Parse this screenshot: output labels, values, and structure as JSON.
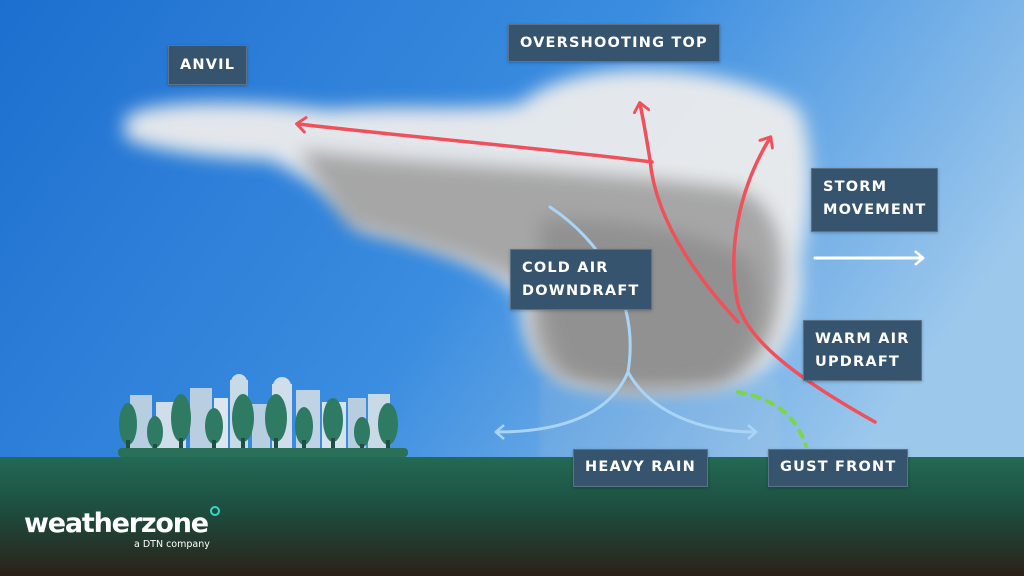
{
  "diagram": {
    "labels": {
      "anvil": "ANVIL",
      "overshooting_top": "OVERSHOOTING TOP",
      "storm_movement": "STORM\nMOVEMENT",
      "cold_air_downdraft": "COLD AIR\nDOWNDRAFT",
      "warm_air_updraft": "WARM AIR\nUPDRAFT",
      "heavy_rain": "HEAVY RAIN",
      "gust_front": "GUST FRONT"
    },
    "colors": {
      "sky_top": "#1f73d1",
      "sky_right": "#8fc1ea",
      "ground": "#1f5b4a",
      "soil": "#2a2118",
      "cloud": "#a9a9a9",
      "warm_arrow": "#f0505a",
      "cold_arrow": "#a9d4f5",
      "gust_front": "#7cd64a",
      "label_bg": "#37546f",
      "trees": "#2e7a62",
      "buildings": "#b9cfe0"
    }
  },
  "branding": {
    "logo_text": "weatherzone",
    "tagline": "a DTN company"
  }
}
